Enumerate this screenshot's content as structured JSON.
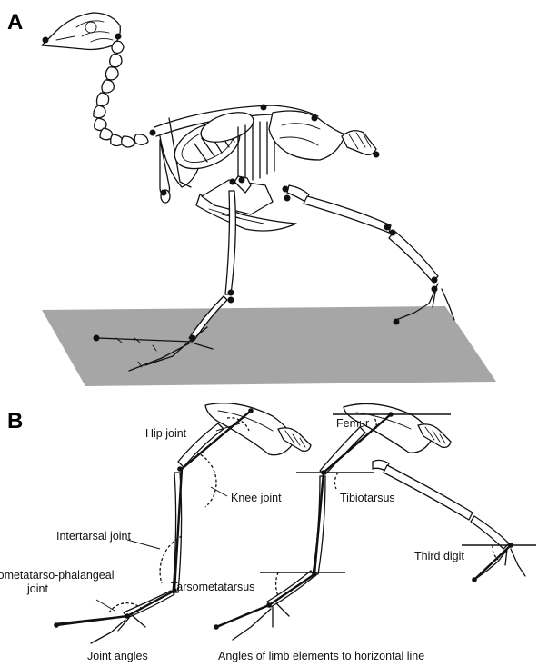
{
  "panels": {
    "a_letter": "A",
    "b_letter": "B"
  },
  "joint_labels": {
    "hip": "Hip joint",
    "knee": "Knee joint",
    "intertarsal": "Intertarsal joint",
    "mtp_line1": "Tarsometatarso-phalangeal",
    "mtp_line2": "joint"
  },
  "element_labels": {
    "femur": "Femur",
    "tibiotarsus": "Tibiotarsus",
    "tarsometatarsus": "Tarsometatarsus",
    "third_digit": "Third digit"
  },
  "captions": {
    "left": "Joint angles",
    "right": "Angles of limb elements to horizontal line"
  },
  "colors": {
    "ground_plane": "#a6a6a6",
    "ink": "#111111"
  }
}
